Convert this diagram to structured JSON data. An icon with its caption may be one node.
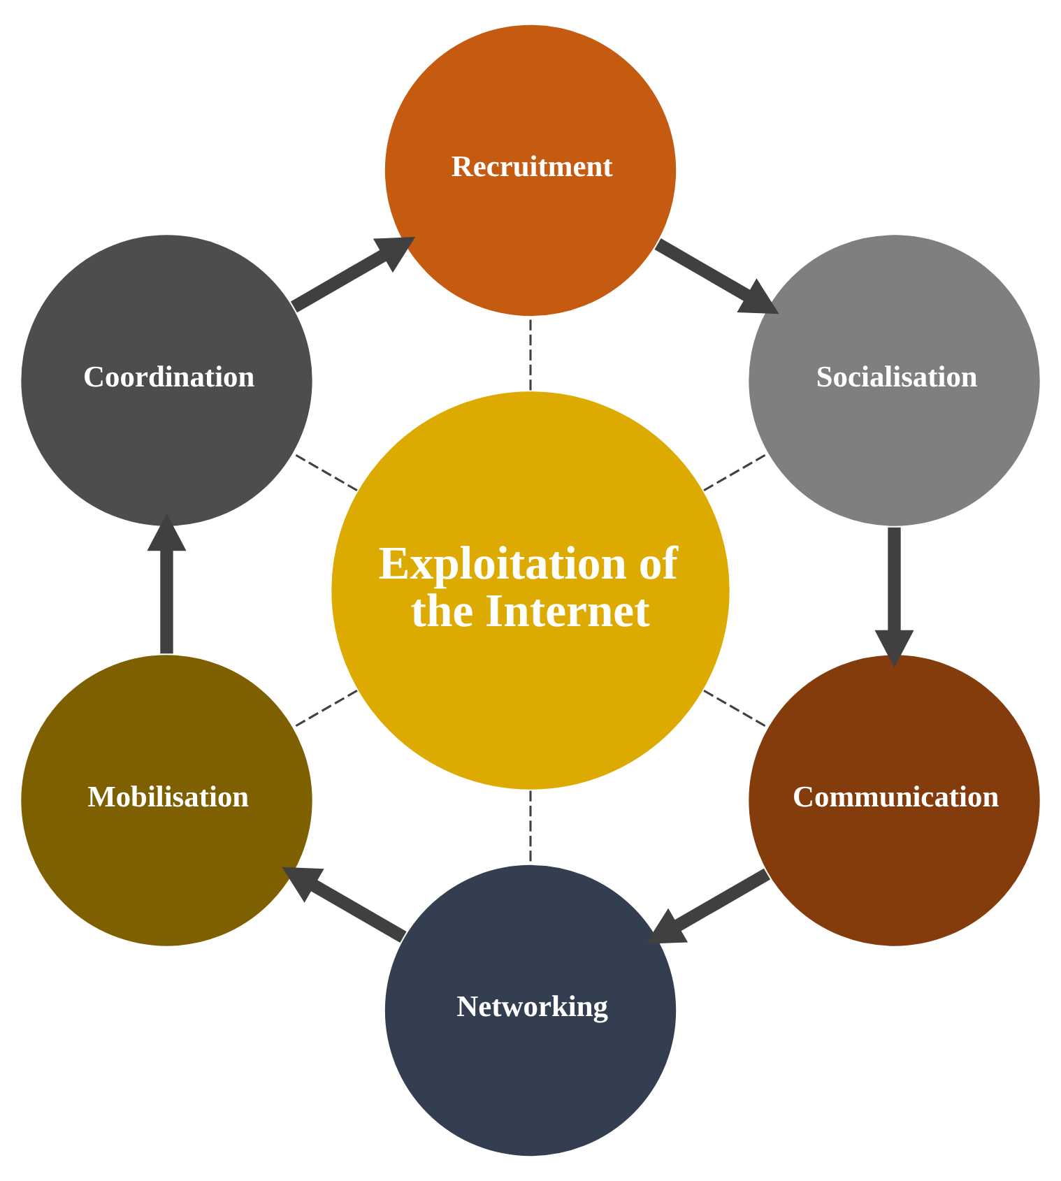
{
  "diagram": {
    "nodes": [
      {
        "text": [
          "Exploitation of the Internet"
        ]
      },
      {
        "text": [
          "Recruitment"
        ]
      },
      {
        "text": [
          "Socialisation"
        ]
      },
      {
        "text": [
          "Communication"
        ]
      },
      {
        "text": [
          "Networking"
        ]
      },
      {
        "text": [
          "Mobilisation"
        ]
      },
      {
        "text": [
          "Coordination"
        ]
      }
    ],
    "edges": [
      {
        "from": 0,
        "to": 1,
        "arrow": "none",
        "style": "dashed"
      },
      {
        "from": 0,
        "to": 2,
        "arrow": "none",
        "style": "dashed"
      },
      {
        "from": 0,
        "to": 3,
        "arrow": "none",
        "style": "dashed"
      },
      {
        "from": 0,
        "to": 4,
        "arrow": "none",
        "style": "dashed"
      },
      {
        "from": 0,
        "to": 5,
        "arrow": "none",
        "style": "dashed"
      },
      {
        "from": 0,
        "to": 6,
        "arrow": "none",
        "style": "dashed"
      },
      {
        "from": 1,
        "to": 2,
        "arrow": "to",
        "style": "thick"
      },
      {
        "from": 2,
        "to": 3,
        "arrow": "to",
        "style": "thick"
      },
      {
        "from": 3,
        "to": 4,
        "arrow": "to",
        "style": "thick"
      },
      {
        "from": 4,
        "to": 5,
        "arrow": "to",
        "style": "thick"
      },
      {
        "from": 5,
        "to": 6,
        "arrow": "to",
        "style": "thick"
      },
      {
        "from": 6,
        "to": 1,
        "arrow": "to",
        "style": "thick"
      }
    ]
  }
}
